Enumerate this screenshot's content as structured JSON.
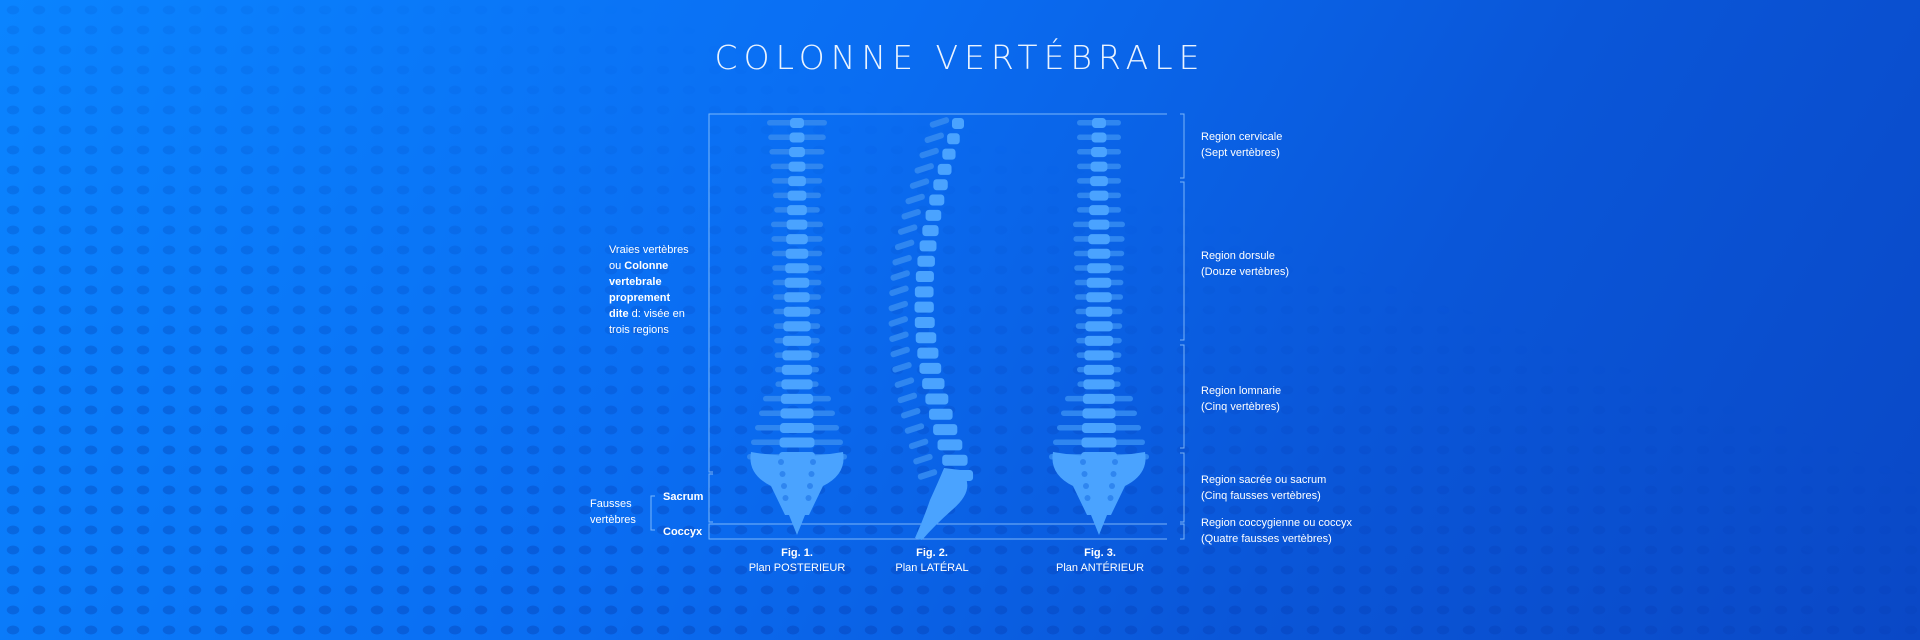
{
  "title": "COLONNE VERTÉBRALE",
  "left_note": {
    "lines": [
      {
        "text": "Vraies vertèbres",
        "bold": false
      },
      {
        "pre": "ou ",
        "bold_text": "Colonne"
      },
      {
        "text": "vertebrale",
        "bold": true
      },
      {
        "text": "proprement",
        "bold": true
      },
      {
        "bold_text": "dite",
        "post": " d: visée en"
      },
      {
        "text": "trois regions",
        "bold": false
      }
    ]
  },
  "fausses": {
    "line1": "Fausses",
    "line2": "vertèbres"
  },
  "sacrum_label": "Sacrum",
  "coccyx_label": "Coccyx",
  "regions": [
    {
      "line1": "Region cervicale",
      "line2": "(Sept vertèbres)"
    },
    {
      "line1": "Region dorsule",
      "line2": "(Douze vertèbres)"
    },
    {
      "line1": "Region lomnarie",
      "line2": "(Cinq vertèbres)"
    },
    {
      "line1": "Region sacrée ou sacrum",
      "line2": "(Cinq fausses vertèbres)"
    },
    {
      "line1": "Region coccygienne ou coccyx",
      "line2": "(Quatre fausses vertèbres)"
    }
  ],
  "figures": [
    {
      "num": "Fig. 1.",
      "plan": "Plan POSTERIEUR"
    },
    {
      "num": "Fig. 2.",
      "plan": "Plan LATÉRAL"
    },
    {
      "num": "Fig. 3.",
      "plan": "Plan ANTÉRIEUR"
    }
  ],
  "colors": {
    "bone": "#4aa3ff",
    "bone_shadow": "#2f86f0",
    "bracket": "#9fd0ff",
    "background": "#0a6df2"
  }
}
